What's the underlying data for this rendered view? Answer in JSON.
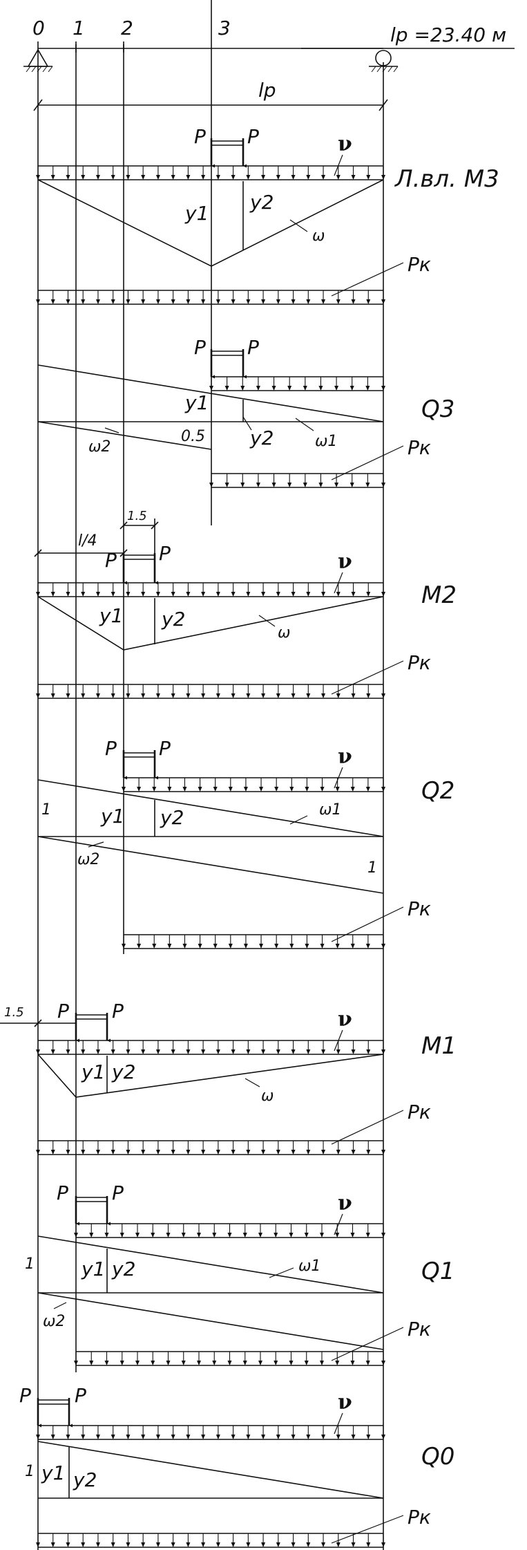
{
  "header": {
    "section_labels": [
      "0",
      "1",
      "2",
      "3"
    ],
    "span_formula": "lp =23.40 м",
    "span_label": "lp"
  },
  "loads": {
    "concentrated": "P",
    "distributed_v": "ν",
    "distributed_pk": "Pк"
  },
  "lines": {
    "m3": {
      "title": "Л.вл. M3",
      "y1": "y1",
      "y2": "y2",
      "area": "ω"
    },
    "q3": {
      "title": "Q3",
      "y1": "y1",
      "y2": "y2",
      "area1": "ω1",
      "area2": "ω2",
      "value": "0.5"
    },
    "m2": {
      "title": "M2",
      "y1": "y1",
      "y2": "y2",
      "area": "ω",
      "quarter": "l/4",
      "offset": "1.5"
    },
    "q2": {
      "title": "Q2",
      "y1": "y1",
      "y2": "y2",
      "area1": "ω1",
      "area2": "ω2",
      "left_value": "1",
      "right_value": "1"
    },
    "m1": {
      "title": "M1",
      "y1": "y1",
      "y2": "y2",
      "area": "ω",
      "offset": "1.5"
    },
    "q1": {
      "title": "Q1",
      "y1": "y1",
      "y2": "y2",
      "area1": "ω1",
      "area2": "ω2",
      "left_value": "1"
    },
    "q0": {
      "title": "Q0",
      "y1": "y1",
      "y2": "y2",
      "left_value": "1"
    }
  }
}
